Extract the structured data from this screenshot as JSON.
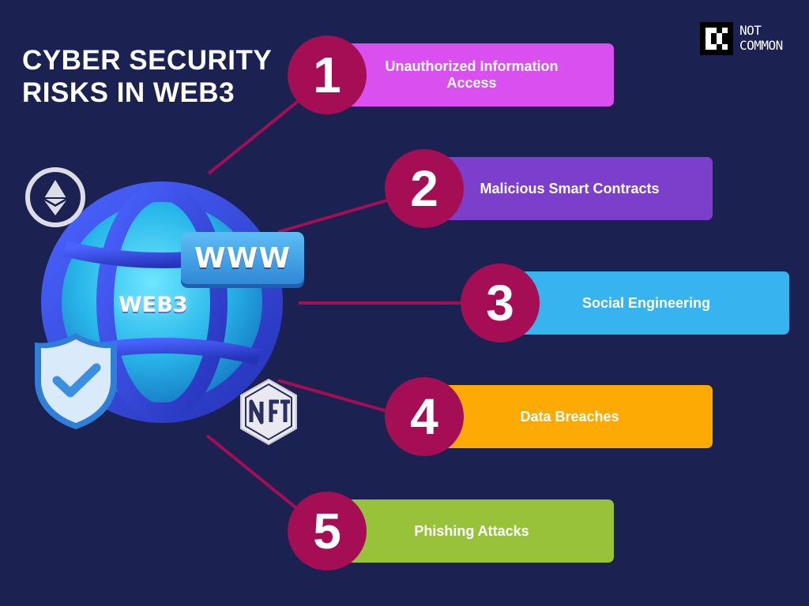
{
  "title": {
    "line1": "CYBER SECURITY",
    "line2": "RISKS IN WEB3"
  },
  "brand": {
    "line1": "NOT",
    "line2": "COMMON"
  },
  "illustration": {
    "globe_label": "WEB3",
    "badge_label": "WWW",
    "icons": [
      "ethereum-icon",
      "nft-icon",
      "shield-check-icon",
      "globe-icon"
    ]
  },
  "risks": [
    {
      "number": "1",
      "label": "Unauthorized Information Access",
      "color": "#d94ff0"
    },
    {
      "number": "2",
      "label": "Malicious Smart Contracts",
      "color": "#7b3fcc"
    },
    {
      "number": "3",
      "label": "Social Engineering",
      "color": "#37b4ef"
    },
    {
      "number": "4",
      "label": "Data Breaches",
      "color": "#fdaa04"
    },
    {
      "number": "5",
      "label": "Phishing Attacks",
      "color": "#99c23b"
    }
  ],
  "colors": {
    "background": "#1b2150",
    "number_circle": "#a50d55",
    "connector": "#a50d55"
  }
}
